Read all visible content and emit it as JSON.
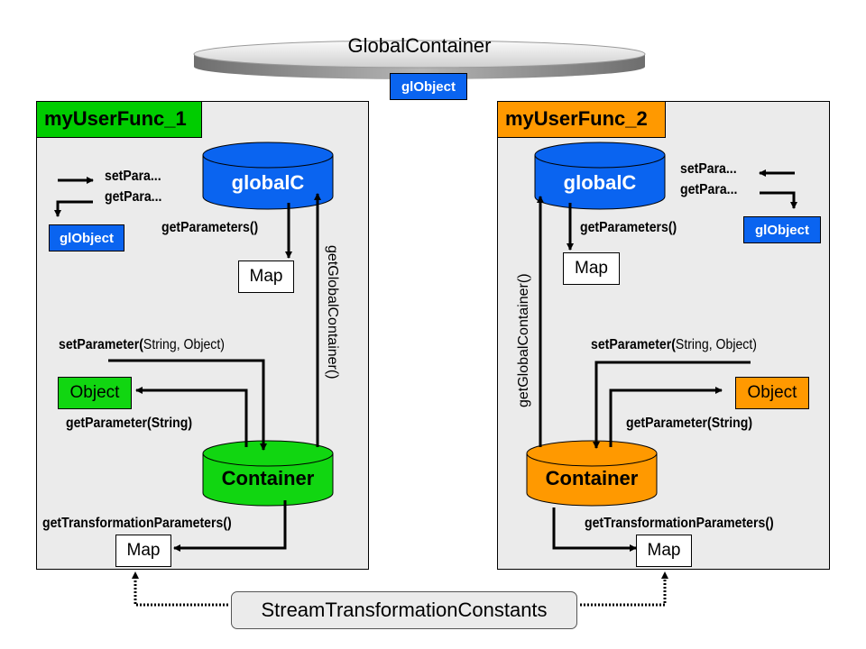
{
  "global_container": {
    "title": "GlobalContainer",
    "object_label": "glObject",
    "colors": {
      "disc_light": "#e6e6e6",
      "disc_dark": "#6e6e6e"
    }
  },
  "colors": {
    "panel_bg": "#ebebeb",
    "globalc_blue": "#0a64f0",
    "func1_green": "#00cc00",
    "func2_orange": "#ff9900",
    "arrow": "#000000"
  },
  "panels": [
    {
      "title": "myUserFunc_1",
      "accent": "#00cc00",
      "globalc_label": "globalC",
      "container_label": "Container",
      "legend": {
        "set_label": "setPara...",
        "get_label": "getPara...",
        "object_label": "glObject"
      },
      "get_parameters_label": "getParameters()",
      "map_top_label": "Map",
      "get_global_container_label": "getGlobalContainer()",
      "set_parameter_label_bold": "setParameter(",
      "set_parameter_label_args": "String, Object)",
      "object_label": "Object",
      "get_parameter_label": "getParameter(String)",
      "get_transformation_label": "getTransformationParameters()",
      "map_bottom_label": "Map"
    },
    {
      "title": "myUserFunc_2",
      "accent": "#ff9900",
      "globalc_label": "globalC",
      "container_label": "Container",
      "legend": {
        "set_label": "setPara...",
        "get_label": "getPara...",
        "object_label": "glObject"
      },
      "get_parameters_label": "getParameters()",
      "map_top_label": "Map",
      "get_global_container_label": "getGlobalContainer()",
      "set_parameter_label_bold": "setParameter(",
      "set_parameter_label_args": "String, Object)",
      "object_label": "Object",
      "get_parameter_label": "getParameter(String)",
      "get_transformation_label": "getTransformationParameters()",
      "map_bottom_label": "Map"
    }
  ],
  "stream_constants": {
    "label": "StreamTransformationConstants"
  }
}
